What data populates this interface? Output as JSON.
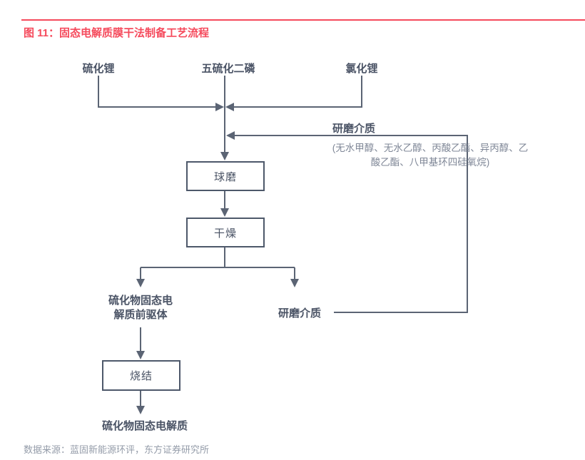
{
  "figure": {
    "title": "图 11：固态电解质膜干法制备工艺流程",
    "source": "数据来源：蓝固新能源环评，东方证券研究所"
  },
  "flowchart": {
    "inputs": [
      {
        "label": "硫化锂"
      },
      {
        "label": "五硫化二磷"
      },
      {
        "label": "氯化锂"
      }
    ],
    "grinding_top": {
      "label": "研磨介质",
      "note_line1": "(无水甲醇、无水乙醇、丙酸乙酯、异丙醇、乙",
      "note_line2": "酸乙酯、八甲基环四硅氧烷)"
    },
    "boxes": [
      {
        "label": "球磨"
      },
      {
        "label": "干燥"
      },
      {
        "label": "烧结"
      }
    ],
    "outputs": {
      "precursor_line1": "硫化物固态电",
      "precursor_line2": "解质前驱体",
      "grinding_medium": "研磨介质",
      "final_product": "硫化物固态电解质"
    },
    "colors": {
      "accent_red": "#f54a5c",
      "line": "#5b6474",
      "box_border": "#4d586a",
      "text_dark": "#4a5365",
      "note_gray": "#7e8696",
      "source_gray": "#949ca9"
    }
  }
}
